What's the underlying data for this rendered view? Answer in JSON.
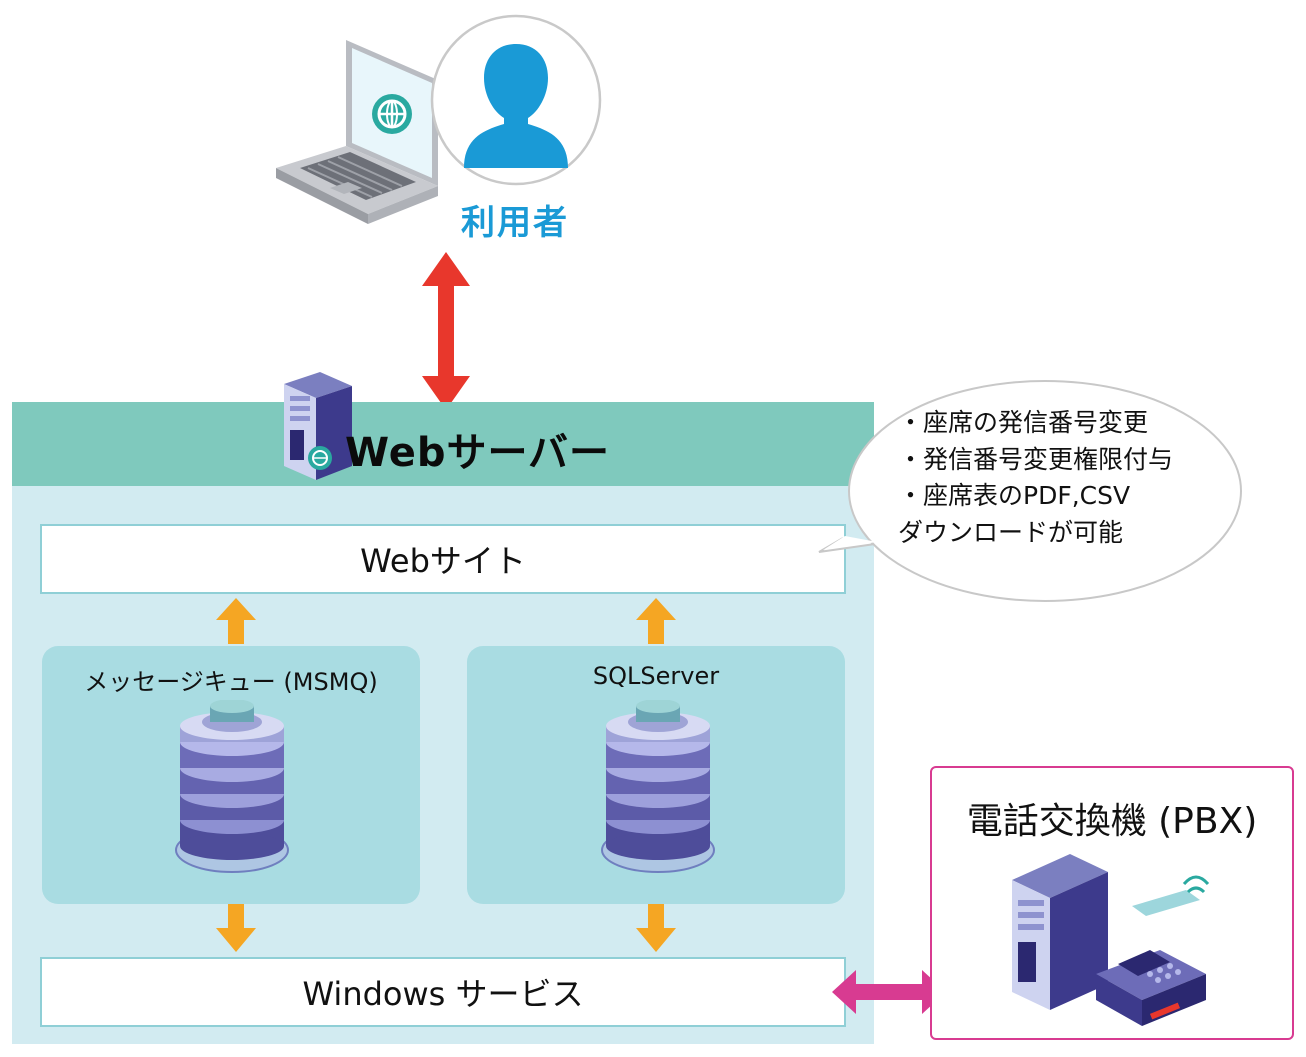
{
  "user": {
    "label": "利用者"
  },
  "web_server": {
    "title": "Webサーバー",
    "website_label": "Webサイト",
    "windows_service_label": "Windows サービス",
    "msmq_label": "メッセージキュー (MSMQ)",
    "sql_label": "SQLServer"
  },
  "bubble": {
    "lines": [
      "・座席の発信番号変更",
      "・発信番号変更権限付与",
      "・座席表のPDF,CSV",
      "ダウンロードが可能"
    ]
  },
  "pbx": {
    "title": "電話交換機 (PBX)"
  },
  "colors": {
    "user_accent": "#1a9ad6",
    "server_header": "#7fc9bd",
    "server_panel": "#d2ebf1",
    "db_card": "#a9dce2",
    "user_arrow": "#e8372c",
    "internal_arrows": "#f5a623",
    "pbx_arrow": "#d83b91",
    "pbx_border": "#d83b91"
  },
  "icons": [
    "laptop-globe-icon",
    "user-avatar-icon",
    "web-server-icon",
    "database-icon",
    "pbx-fax-icon"
  ]
}
